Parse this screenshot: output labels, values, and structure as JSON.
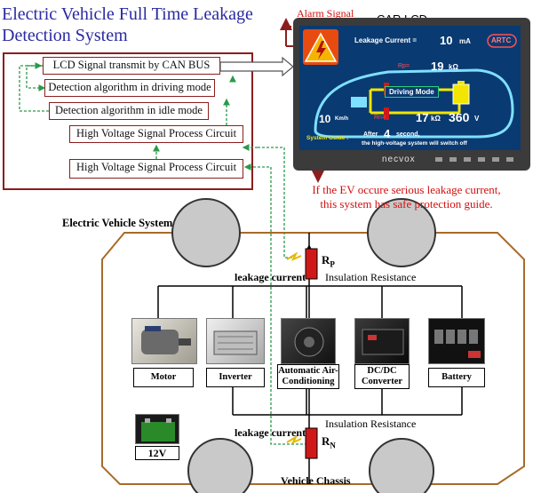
{
  "title": {
    "line1": "Electric Vehicle Full Time Leakage",
    "line2": "Detection System"
  },
  "detection": {
    "items": [
      "LCD Signal transmit by CAN BUS",
      "Detection algorithm in driving mode",
      "Detection algorithm in idle mode",
      "High Voltage Signal Process Circuit",
      "High Voltage Signal Process Circuit"
    ]
  },
  "lcd": {
    "caption": "CAR LCD",
    "alarm_label": "Alarm Signal",
    "leakage_label": "Leakage Current =",
    "leakage_value": "10",
    "leakage_unit": "mA",
    "badge": "ARTC",
    "rp_label": "Rp=",
    "rp_value": "19",
    "rp_unit": "kΩ",
    "mode": "Driving Mode",
    "speed_value": "10",
    "speed_unit": "Km/h",
    "rn_label": "Rn=",
    "rn_value": "17",
    "rn_unit": "kΩ",
    "voltage_value": "360",
    "voltage_unit": "V",
    "guide_label": "System Guide :",
    "guide_after": "After",
    "guide_seconds": "4",
    "guide_second_word": "second,",
    "guide_line2": "the high-voltage system will switch off",
    "brand": "necvox"
  },
  "note": {
    "line1": "If the EV occure serious leakage current,",
    "line2": "this system has safe protection guide."
  },
  "system": {
    "title": "Electric Vehicle System",
    "rp_symbol": "R",
    "rp_sub": "P",
    "rn_symbol": "R",
    "rn_sub": "N",
    "leakage_top": "leakage current",
    "leakage_bottom": "leakage current",
    "insulation_top": "Insulation Resistance",
    "insulation_bottom": "Insulation Resistance",
    "chassis": "Vehicle Chassis",
    "battery_12v": "12V",
    "components": [
      "Motor",
      "Inverter",
      "Automatic Air-Conditioning",
      "DC/DC Converter",
      "Battery"
    ]
  }
}
